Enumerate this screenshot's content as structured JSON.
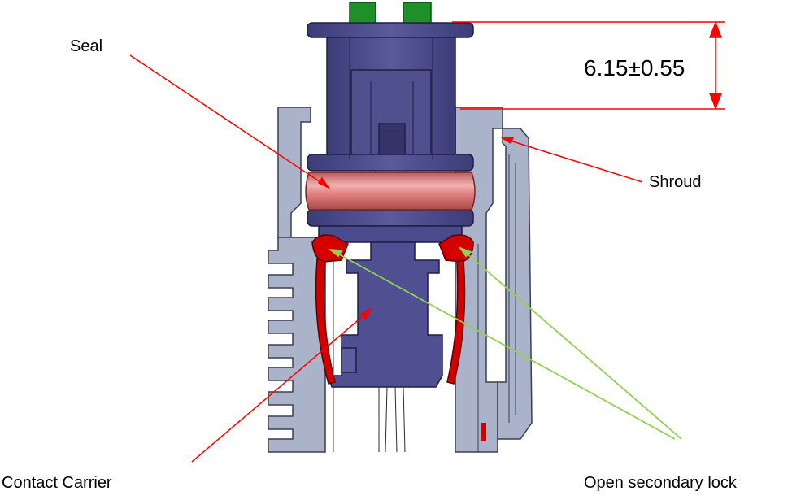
{
  "labels": {
    "seal": "Seal",
    "shroud": "Shroud",
    "open_secondary_lock": "Open secondary lock",
    "contact_carrier": "Contact Carrier"
  },
  "dimension": {
    "text": "6.15±0.55"
  },
  "colors": {
    "leader_red": "#ff0000",
    "leader_green": "#92d050",
    "housing_blue": "#4a4a8c",
    "shroud_gray": "#aab3c9",
    "seal_pink": "#e58a8a",
    "lock_red": "#d40000",
    "pin_green": "#1f8f2a"
  }
}
